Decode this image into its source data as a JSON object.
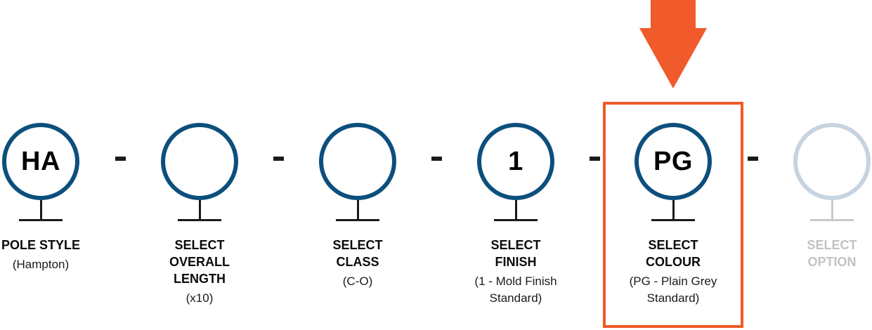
{
  "accent_color": "#f15a2b",
  "circle_color": "#0d4f7c",
  "disabled_color": "#c7d3df",
  "separator": "-",
  "steps": [
    {
      "code": "HA",
      "label_line1": "POLE STYLE",
      "label_line2": "",
      "label_line3": "",
      "sub_line1": "(Hampton)",
      "sub_line2": ""
    },
    {
      "code": "",
      "label_line1": "SELECT",
      "label_line2": "OVERALL",
      "label_line3": "LENGTH",
      "sub_line1": "(x10)",
      "sub_line2": ""
    },
    {
      "code": "",
      "label_line1": "SELECT",
      "label_line2": "CLASS",
      "label_line3": "",
      "sub_line1": "(C-O)",
      "sub_line2": ""
    },
    {
      "code": "1",
      "label_line1": "SELECT",
      "label_line2": "FINISH",
      "label_line3": "",
      "sub_line1": "(1 - Mold Finish",
      "sub_line2": "Standard)"
    },
    {
      "code": "PG",
      "label_line1": "SELECT",
      "label_line2": "COLOUR",
      "label_line3": "",
      "sub_line1": "(PG - Plain Grey",
      "sub_line2": "Standard)"
    },
    {
      "code": "",
      "label_line1": "SELECT",
      "label_line2": "OPTION",
      "label_line3": "",
      "sub_line1": "",
      "sub_line2": "",
      "disabled": true
    }
  ],
  "current_step_index": 4
}
